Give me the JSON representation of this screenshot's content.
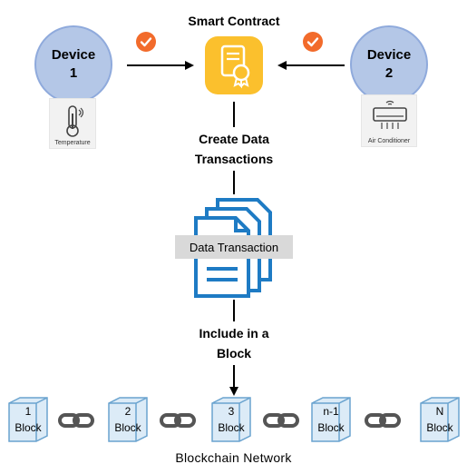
{
  "title": "Smart Contract",
  "device1": {
    "label": "Device",
    "number": "1",
    "sensor_caption": "Temperature"
  },
  "device2": {
    "label": "Device",
    "number": "2",
    "sensor_caption": "Air Conditioner"
  },
  "step1": {
    "line1": "Create Data",
    "line2": "Transactions"
  },
  "transaction_label": "Data Transaction",
  "step2": {
    "line1": "Include in a",
    "line2": "Block"
  },
  "blocks": [
    {
      "number": "1",
      "word": "Block"
    },
    {
      "number": "2",
      "word": "Block"
    },
    {
      "number": "3",
      "word": "Block"
    },
    {
      "number": "n-1",
      "word": "Block"
    },
    {
      "number": "N",
      "word": "Block"
    }
  ],
  "footer": "Blockchain Network",
  "colors": {
    "device_fill": "#b4c7e7",
    "contract_fill": "#fbc02d",
    "check": "#f26b2b",
    "doc_blue": "#1e7bc4",
    "cube_stroke": "#6aa3cf"
  }
}
